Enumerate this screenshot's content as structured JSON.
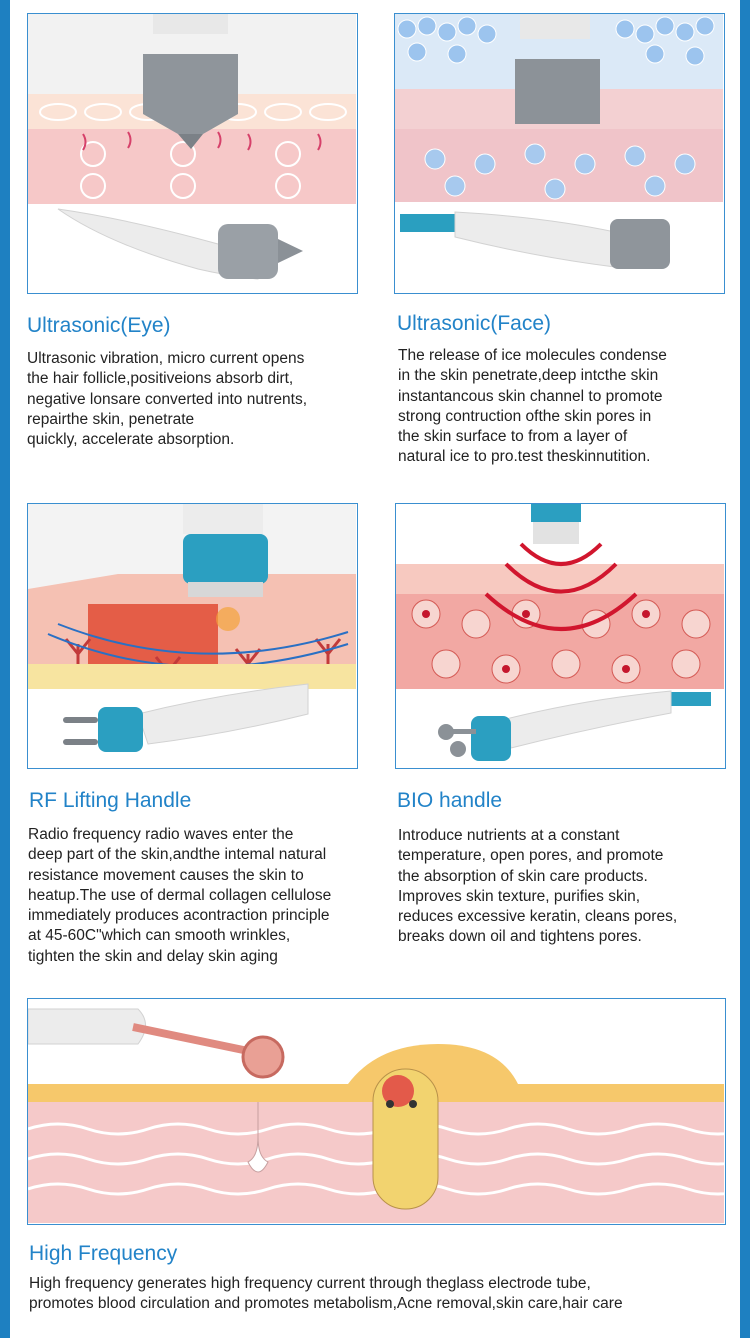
{
  "colors": {
    "frame": "#1e80c1",
    "title": "#2283c8",
    "border": "#3a8fd0"
  },
  "cards": [
    {
      "title": "Ultrasonic(Eye)",
      "lines": [
        "Ultrasonic vibration, micro current opens",
        "the hair follicle,positiveions absorb dirt,",
        "negative lonsare converted into nutrents,",
        "repairthe skin, penetrate",
        "quickly, accelerate absorption."
      ]
    },
    {
      "title": "Ultrasonic(Face)",
      "lines": [
        "The release of ice molecules condense",
        "in the skin penetrate,deep intcthe skin",
        "instantancous skin channel to promote",
        "strong contruction ofthe skin pores in",
        "the skin surface to from a layer of",
        "natural ice to pro.test theskinnutition."
      ]
    },
    {
      "title": "RF Lifting Handle",
      "lines": [
        "Radio frequency radio waves enter the",
        "deep part of the skin,andthe intemal natural",
        "resistance movement causes the skin to",
        "heatup.The use of dermal collagen cellulose",
        "immediately produces acontraction principle",
        "at 45-60C\"which can smooth wrinkles,",
        "tighten the skin and delay skin aging"
      ]
    },
    {
      "title": "BIO handle",
      "lines": [
        "Introduce nutrients at a constant",
        "temperature, open pores, and promote",
        "the absorption of skin care products.",
        "Improves skin texture, purifies skin,",
        "reduces excessive keratin, cleans pores,",
        "breaks down oil and tightens pores."
      ]
    },
    {
      "title": "High Frequency",
      "lines": [
        "High frequency generates high frequency current through theglass electrode tube,",
        "promotes blood circulation and promotes metabolism,Acne removal,skin care,hair care"
      ]
    }
  ]
}
